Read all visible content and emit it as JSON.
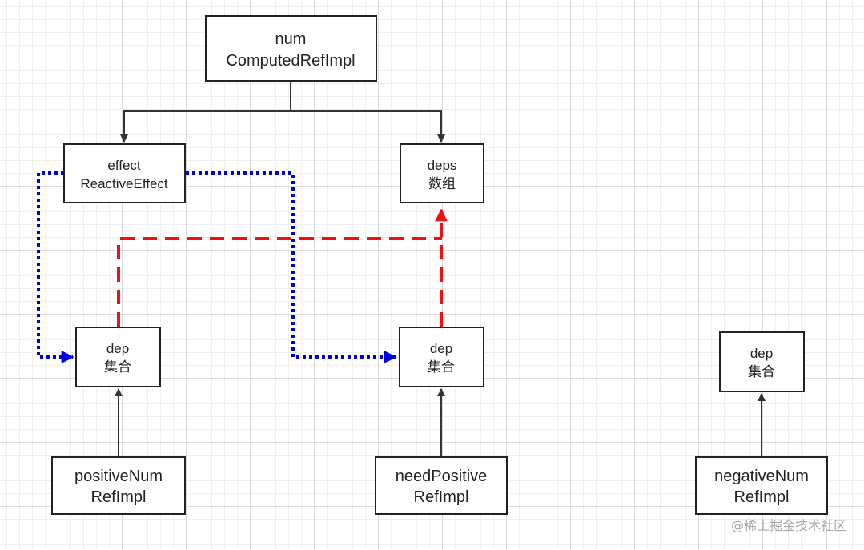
{
  "nodes": {
    "num": {
      "line1": "num",
      "line2": "ComputedRefImpl"
    },
    "effect": {
      "line1": "effect",
      "line2": "ReactiveEffect"
    },
    "deps": {
      "line1": "deps",
      "line2": "数组"
    },
    "dep_left": {
      "line1": "dep",
      "line2": "集合"
    },
    "dep_mid": {
      "line1": "dep",
      "line2": "集合"
    },
    "dep_right": {
      "line1": "dep",
      "line2": "集合"
    },
    "positive_num": {
      "line1": "positiveNum",
      "line2": "RefImpl"
    },
    "need_positive": {
      "line1": "needPositive",
      "line2": "RefImpl"
    },
    "negative_num": {
      "line1": "negativeNum",
      "line2": "RefImpl"
    }
  },
  "colors": {
    "tree_edge": "#333333",
    "effect_to_dep_edge": "#0000dd",
    "dep_to_deps_edge": "#ee1111"
  },
  "watermark": "@稀土掘金技术社区"
}
